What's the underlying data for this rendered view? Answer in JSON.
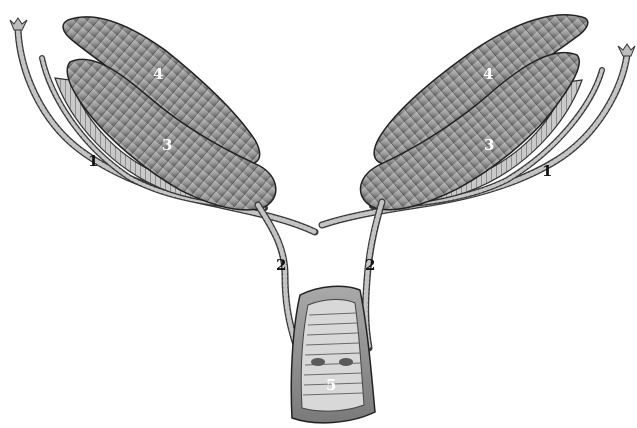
{
  "labels": {
    "tube_left": "1",
    "tube_right": "1",
    "duct_left": "2",
    "duct_right": "2",
    "inner_gland_left": "3",
    "inner_gland_right": "3",
    "outer_gland_left": "4",
    "outer_gland_right": "4",
    "central_sac": "5"
  },
  "colors": {
    "gland_fill": "#9a9a9a",
    "gland_dark": "#5a5a5a",
    "tube_fill": "#b8b8b8",
    "outline": "#2a2a2a"
  }
}
